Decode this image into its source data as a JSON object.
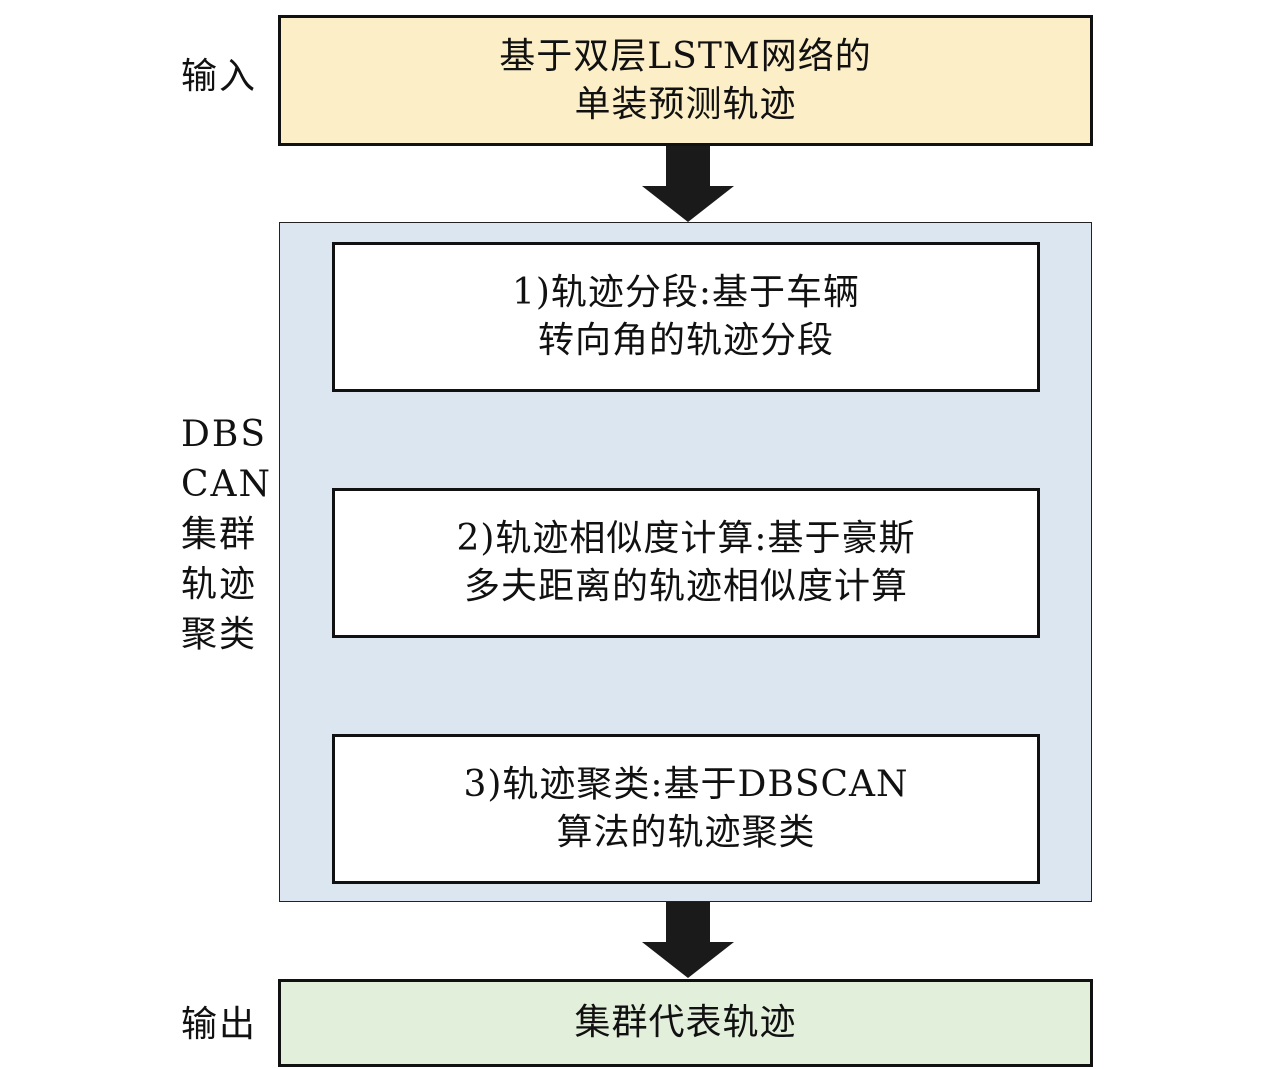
{
  "labels": {
    "input": "输入",
    "cluster": [
      "DBS",
      "CAN",
      "集群",
      "轨迹",
      "聚类"
    ],
    "output": "输出"
  },
  "nodes": {
    "input": [
      "基于双层LSTM网络的",
      "单装预测轨迹"
    ],
    "step1": [
      "1)轨迹分段:基于车辆",
      "转向角的轨迹分段"
    ],
    "step2": [
      "2)轨迹相似度计算:基于豪斯",
      "多夫距离的轨迹相似度计算"
    ],
    "step3": [
      "3)轨迹聚类:基于DBSCAN",
      "算法的轨迹聚类"
    ],
    "output": [
      "集群代表轨迹"
    ]
  },
  "colors": {
    "input_fill": "#fcefc8",
    "cluster_fill": "#dce6f1",
    "output_fill": "#e2efda",
    "step_fill": "#ffffff",
    "stroke": "#111111"
  }
}
